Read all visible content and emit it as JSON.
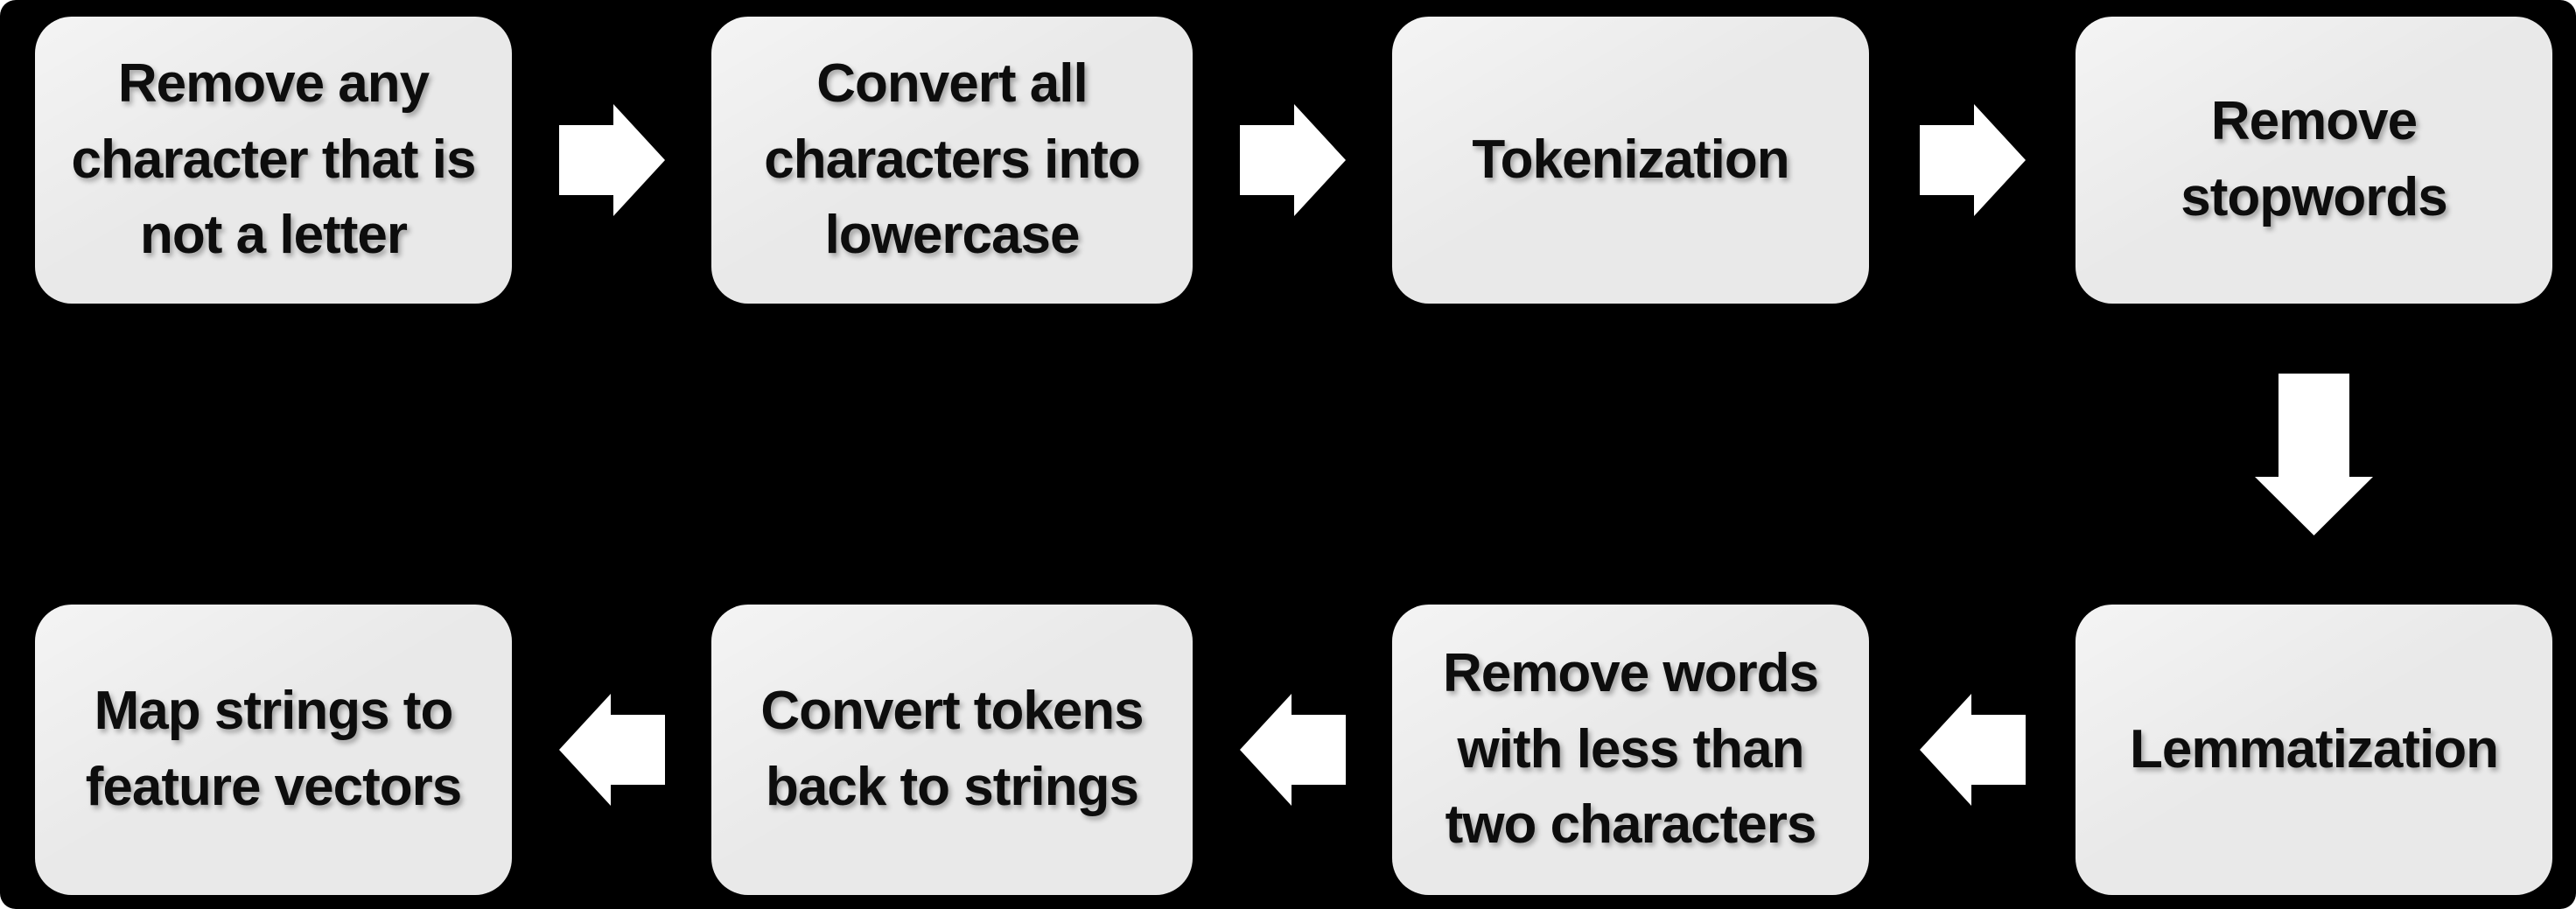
{
  "colors": {
    "background": "#000000",
    "box_fill": "#e9e9e9",
    "box_text": "#0d0d0d",
    "arrow_fill": "#ffffff"
  },
  "flow": {
    "top_row": {
      "direction": "left-to-right",
      "arrow_icon": "arrow-right",
      "boxes": [
        {
          "label": "Remove any\ncharacter that is\nnot a letter"
        },
        {
          "label": "Convert all\ncharacters into\nlowercase"
        },
        {
          "label": "Tokenization"
        },
        {
          "label": "Remove\nstopwords"
        }
      ]
    },
    "connector": {
      "icon": "arrow-down"
    },
    "bottom_row": {
      "direction": "right-to-left",
      "arrow_icon": "arrow-left",
      "boxes": [
        {
          "label": "Lemmatization"
        },
        {
          "label": "Remove words\nwith less than\ntwo characters"
        },
        {
          "label": "Convert tokens\nback to strings"
        },
        {
          "label": "Map strings to\nfeature vectors"
        }
      ]
    }
  }
}
